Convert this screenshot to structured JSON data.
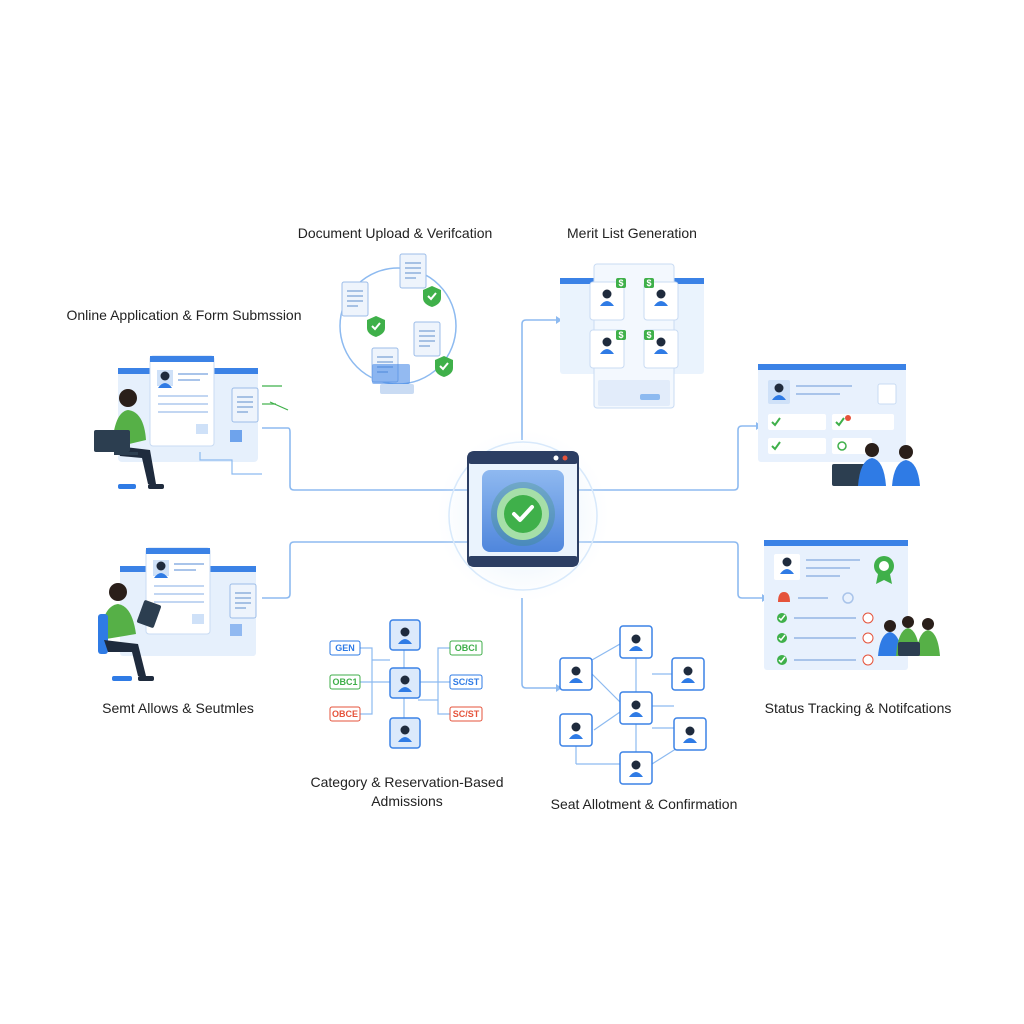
{
  "labels": {
    "document_upload": "Document Upload & Verifcation",
    "merit_list": "Merit List Generation",
    "online_application": "Online Application & Form Submssion",
    "seat_allows": "Semt Allows & Seutmles",
    "category_reservation_line1": "Category & Reservation-Based",
    "category_reservation_line2": "Admissions",
    "seat_allotment": "Seat Allotment & Confirmation",
    "status_tracking": "Status Tracking & Notifcations"
  },
  "category_chips": {
    "left": [
      {
        "text": "GEN",
        "color": "#2f7be5"
      },
      {
        "text": "OBC1",
        "color": "#3fae49"
      },
      {
        "text": "OBCE",
        "color": "#e5533b"
      }
    ],
    "right": [
      {
        "text": "OBCI",
        "color": "#3fae49"
      },
      {
        "text": "SC/ST",
        "color": "#2f7be5"
      },
      {
        "text": "SC/ST",
        "color": "#e5533b"
      }
    ]
  },
  "merit_badges": [
    "$",
    "$",
    "$",
    "$"
  ],
  "colors": {
    "primary_blue": "#3b82e6",
    "light_blue": "#e8f1fd",
    "accent_green": "#3fb04a",
    "accent_red": "#e5533b",
    "connector": "#7fb0ea"
  },
  "icons": {
    "center": "check-shield-icon",
    "document": "document-icon",
    "person": "person-icon",
    "checkmark": "check-icon"
  }
}
